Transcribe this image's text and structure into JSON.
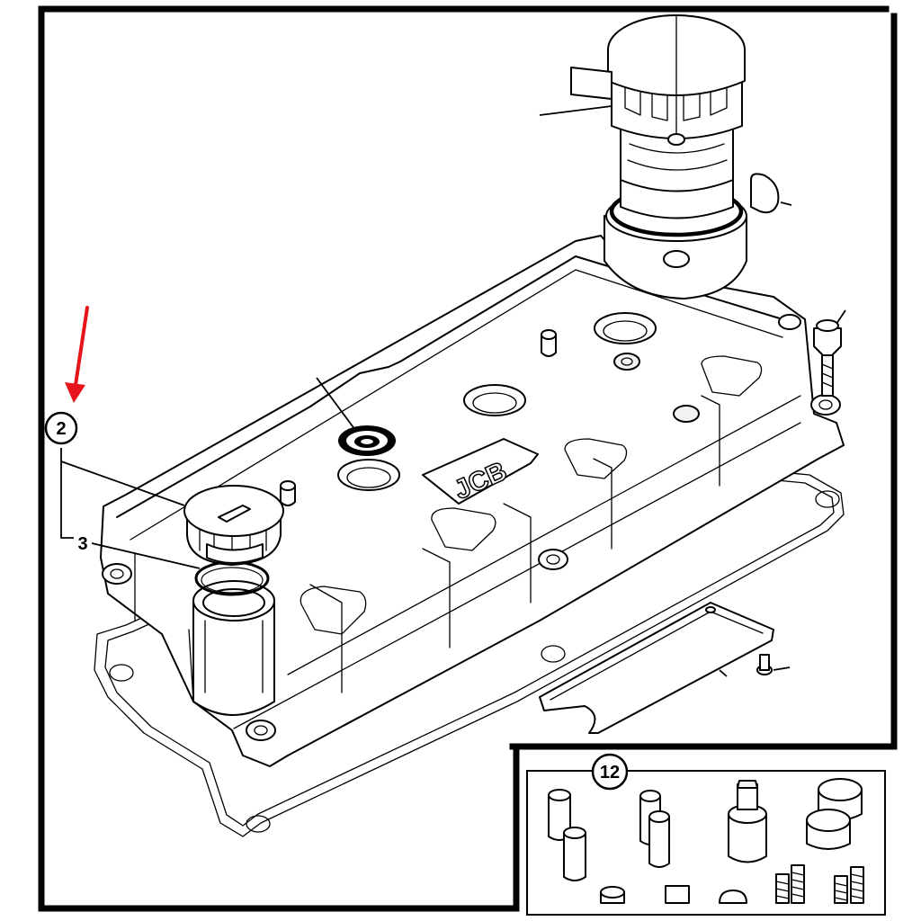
{
  "callouts": {
    "c2": "2",
    "c3": "3",
    "c12": "12"
  },
  "logo": "JCB",
  "pointer_color": "#e8141b"
}
